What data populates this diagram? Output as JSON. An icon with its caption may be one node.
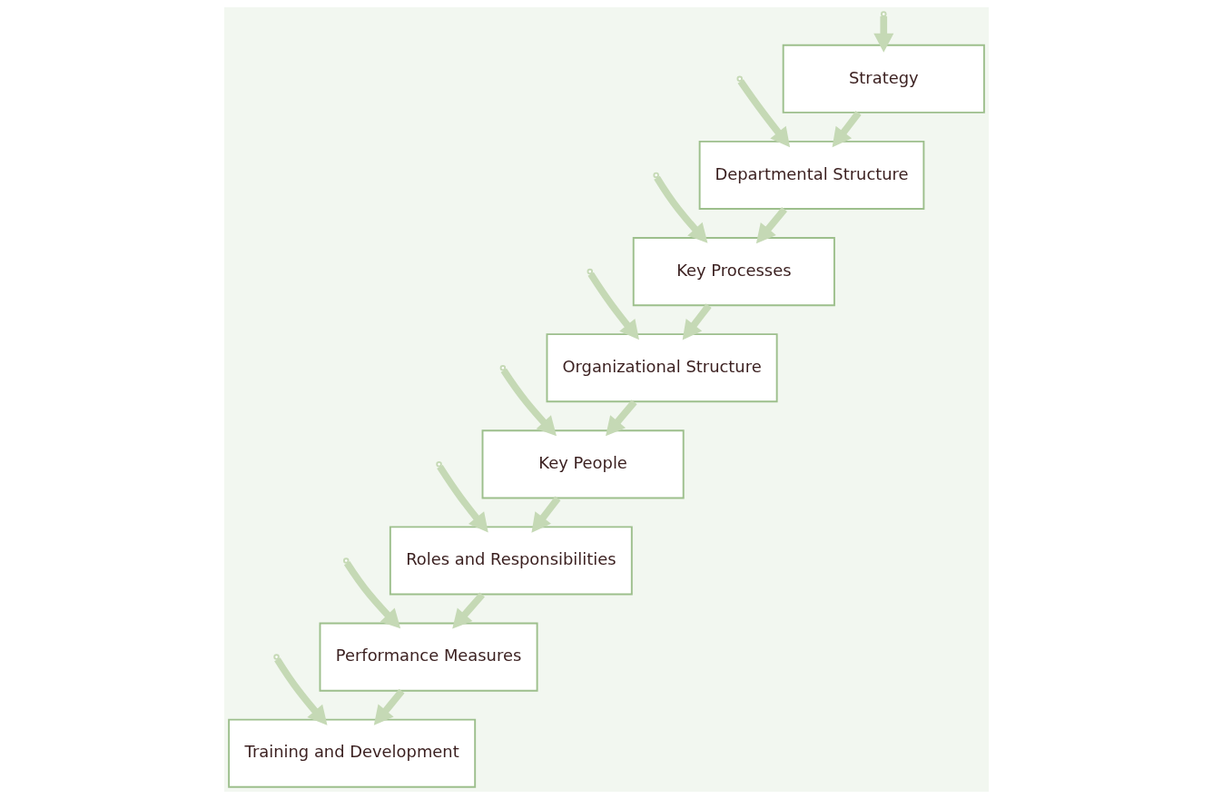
{
  "diagram": {
    "nodes": [
      {
        "text": [
          "Strategy"
        ]
      },
      {
        "text": [
          "Departmental Structure"
        ]
      },
      {
        "text": [
          "Key Processes"
        ]
      },
      {
        "text": [
          "Organizational Structure"
        ]
      },
      {
        "text": [
          "Key People"
        ]
      },
      {
        "text": [
          "Roles and Responsibilities"
        ]
      },
      {
        "text": [
          "Performance Measures"
        ]
      },
      {
        "text": [
          "Training and Development"
        ]
      }
    ],
    "edges": [
      {
        "from": 0,
        "to": 1,
        "arrow": "to"
      },
      {
        "from": 1,
        "to": 2,
        "arrow": "to"
      },
      {
        "from": 2,
        "to": 3,
        "arrow": "to"
      },
      {
        "from": 3,
        "to": 4,
        "arrow": "to"
      },
      {
        "from": 4,
        "to": 5,
        "arrow": "to"
      },
      {
        "from": 5,
        "to": 6,
        "arrow": "to"
      },
      {
        "from": 6,
        "to": 7,
        "arrow": "to"
      },
      {
        "from": null,
        "to": 0,
        "arrow": "to"
      },
      {
        "from": null,
        "to": 1,
        "arrow": "to"
      },
      {
        "from": null,
        "to": 2,
        "arrow": "to"
      },
      {
        "from": null,
        "to": 3,
        "arrow": "to"
      },
      {
        "from": null,
        "to": 4,
        "arrow": "to"
      },
      {
        "from": null,
        "to": 5,
        "arrow": "to"
      },
      {
        "from": null,
        "to": 6,
        "arrow": "to"
      },
      {
        "from": null,
        "to": 7,
        "arrow": "to"
      }
    ]
  }
}
